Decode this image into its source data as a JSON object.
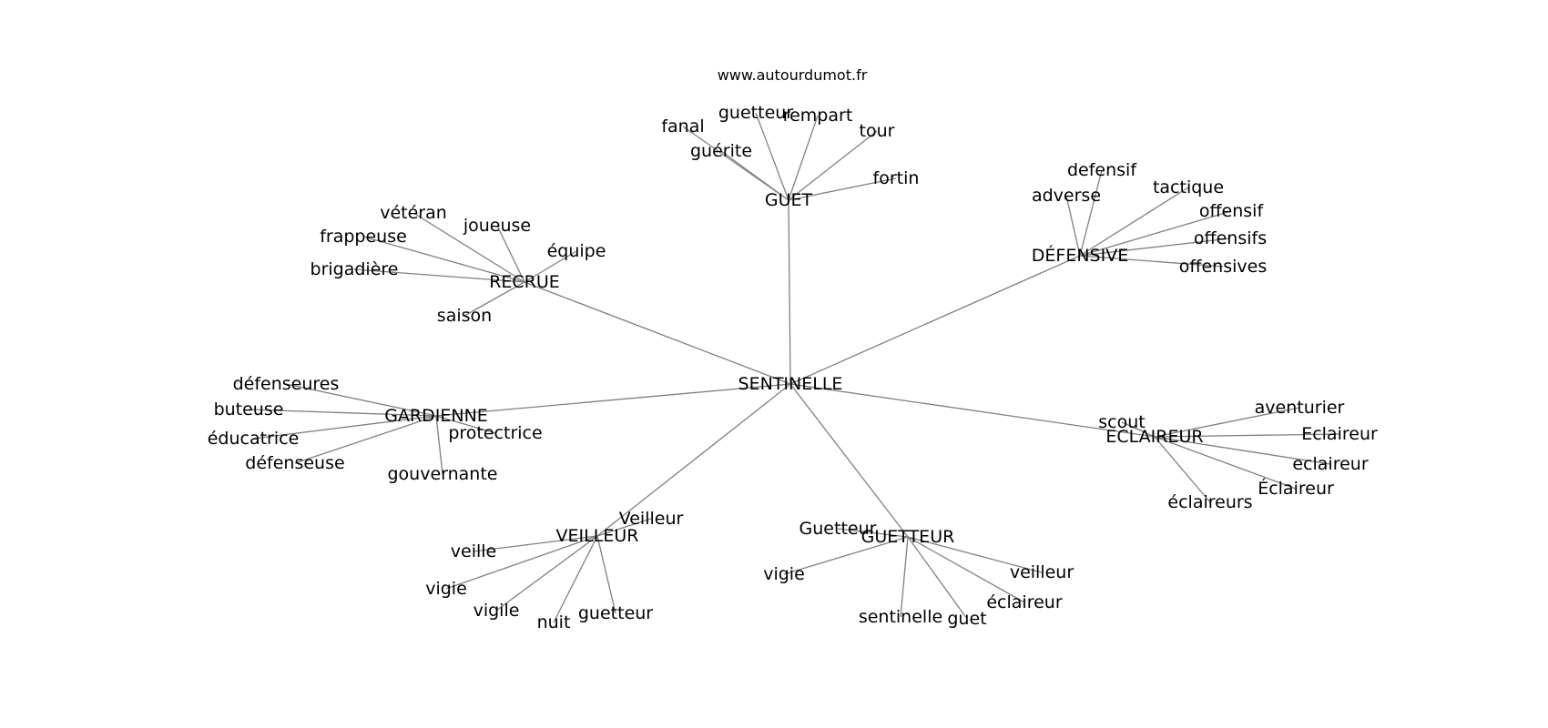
{
  "site": "www.autourdumot.fr",
  "center": "SENTINELLE",
  "clusters": [
    {
      "label": "GUET",
      "words": [
        "fanal",
        "guetteur",
        "rempart",
        "tour",
        "guérite",
        "fortin"
      ]
    },
    {
      "label": "DÉFENSIVE",
      "words": [
        "defensif",
        "adverse",
        "tactique",
        "offensif",
        "offensifs",
        "offensives"
      ]
    },
    {
      "label": "RECRUE",
      "words": [
        "vétéran",
        "joueuse",
        "frappeuse",
        "équipe",
        "brigadière",
        "saison"
      ]
    },
    {
      "label": "GARDIENNE",
      "words": [
        "défenseures",
        "buteuse",
        "éducatrice",
        "défenseuse",
        "protectrice",
        "gouvernante"
      ]
    },
    {
      "label": "ECLAIREUR",
      "words": [
        "scout",
        "aventurier",
        "Eclaireur",
        "eclaireur",
        "Éclaireur",
        "éclaireurs"
      ]
    },
    {
      "label": "VEILLEUR",
      "words": [
        "Veilleur",
        "veille",
        "vigie",
        "vigile",
        "nuit",
        "guetteur"
      ]
    },
    {
      "label": "GUETTEUR",
      "words": [
        "Guetteur",
        "vigie",
        "veilleur",
        "éclaireur",
        "sentinelle",
        "guet"
      ]
    }
  ]
}
